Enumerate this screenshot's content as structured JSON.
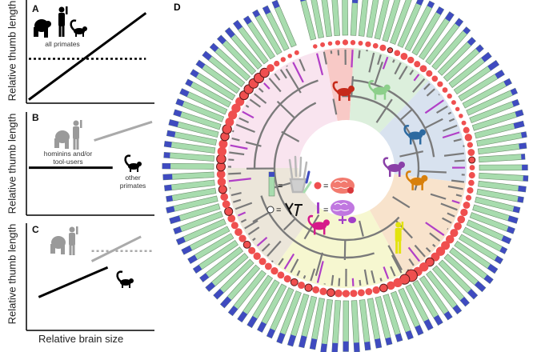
{
  "panels": {
    "A": {
      "label": "A",
      "ylabel": "Relative thumb length",
      "note": "all primates",
      "lines": [
        {
          "name": "solid-trend",
          "style": "solid",
          "color": "#000000",
          "from": [
            0.0,
            0.02
          ],
          "to": [
            0.95,
            0.93
          ]
        },
        {
          "name": "dotted-baseline",
          "style": "dotted",
          "color": "#000000",
          "from": [
            0.0,
            0.45
          ],
          "to": [
            0.95,
            0.45
          ]
        }
      ]
    },
    "B": {
      "label": "B",
      "ylabel": "Relative thumb length",
      "note_group1": "hominins and/or tool-users",
      "note_group2": "other primates",
      "lines": [
        {
          "name": "other-primates-flat",
          "style": "solid",
          "color": "#000000",
          "from": [
            0.0,
            0.47
          ],
          "to": [
            0.68,
            0.47
          ]
        },
        {
          "name": "hominin-trend",
          "style": "solid",
          "color": "#aaaaaa",
          "from": [
            0.53,
            0.75
          ],
          "to": [
            1.0,
            0.94
          ]
        }
      ]
    },
    "C": {
      "label": "C",
      "ylabel": "Relative thumb length",
      "xlabel": "Relative brain size",
      "lines": [
        {
          "name": "other-primates-trend",
          "style": "solid",
          "color": "#000000",
          "from": [
            0.08,
            0.31
          ],
          "to": [
            0.64,
            0.6
          ]
        },
        {
          "name": "hominin-trend",
          "style": "solid",
          "color": "#aaaaaa",
          "from": [
            0.51,
            0.66
          ],
          "to": [
            0.91,
            0.9
          ]
        },
        {
          "name": "hominin-dotted-baseline",
          "style": "dotted",
          "color": "#aaaaaa",
          "from": [
            0.51,
            0.76
          ],
          "to": [
            1.0,
            0.76
          ]
        }
      ]
    }
  },
  "panelD": {
    "label": "D",
    "legend": {
      "bar_eq": "=",
      "dot_eq": "=",
      "outline_eq": "=",
      "purple_eq": "=",
      "bar_meaning": "thumb-length",
      "dot_meaning": "brain-size",
      "outline_meaning": "tool-use",
      "purple_meaning": "brain-size-plus-other"
    },
    "colors": {
      "bar_fill": "#a8dcae",
      "bar_tip": "#3f4bc0",
      "dot": "#ef4f4f",
      "branch": "#7a7a7a",
      "highlight_branch": "#b13fc7"
    },
    "clades": [
      {
        "name": "red-clade",
        "color": "#f8c9c6",
        "silhouette_color": "#c62a1a",
        "from": 0.72,
        "to": 0.76
      },
      {
        "name": "green-clade",
        "color": "#dcefdc",
        "silhouette_color": "#8ccf8a",
        "from": 0.76,
        "to": 0.87
      },
      {
        "name": "blue-clade",
        "color": "#d8e2ef",
        "silhouette_color": "#2d6aa0",
        "from": 0.87,
        "to": 1.02
      },
      {
        "name": "orange-clade",
        "color": "#f8e3cc",
        "silhouette_color": "#d8800c",
        "from": 1.02,
        "to": 1.17
      },
      {
        "name": "yellow-clade",
        "color": "#f6f7d0",
        "silhouette_color": "#e3e30e",
        "from": 1.17,
        "to": 1.35
      },
      {
        "name": "beige-clade",
        "color": "#ece6da",
        "silhouette_color": "#8a7a60",
        "from": 1.35,
        "to": 1.5
      },
      {
        "name": "pink-clade",
        "color": "#f9e4ef",
        "silhouette_color": "#d61a8a",
        "from": 1.5,
        "to": 1.72
      }
    ],
    "bars": [
      0.75,
      0.8,
      0.78,
      0.7,
      0.82,
      0.85,
      0.9,
      0.88,
      0.92,
      0.95,
      1.0,
      0.97,
      0.98,
      0.96,
      1.0,
      1.0,
      0.93,
      0.8,
      0.82,
      0.86,
      0.9,
      0.88,
      0.95,
      0.98,
      0.9,
      0.92,
      0.85,
      0.86,
      0.8,
      0.72,
      0.8,
      0.82,
      0.78,
      0.75,
      0.7,
      0.72,
      0.73,
      0.74,
      0.76,
      0.8,
      0.82,
      0.9,
      0.88,
      0.85,
      0.84,
      0.87,
      0.85,
      0.83,
      0.82,
      0.83,
      0.84,
      0.8,
      0.82,
      0.85,
      0.87,
      0.9,
      0.88,
      0.92,
      0.95,
      0.9,
      0.92,
      0.97,
      1.0,
      0.96,
      0.92,
      0.95,
      0.97,
      0.98,
      0.95,
      0.9,
      0.92,
      0.87,
      0.88,
      0.86,
      0.9,
      0.92,
      0.88,
      0.9,
      0.92,
      0.85,
      0.86,
      0.88,
      0.9,
      0.86,
      0.88,
      0.85,
      0.86,
      0.8,
      0.84,
      0.85,
      0.82,
      0.84,
      0.85,
      0.86,
      0.84,
      0.85,
      0.86,
      0.88,
      0.8,
      0.82,
      0.78,
      0.82
    ],
    "tips": [
      0.15,
      0.12,
      0.1,
      0.14,
      0.12,
      0.35,
      0.1,
      0.14,
      0.12,
      0.1,
      0.12,
      0.14,
      0.1,
      0.12,
      0.15,
      0.12,
      0.1,
      0.14,
      0.12,
      0.18,
      0.2,
      0.16,
      0.12,
      0.1,
      0.12,
      0.14,
      0.2,
      0.1,
      0.15,
      0.08,
      0.12,
      0.1,
      0.16,
      0.12,
      0.14,
      0.2,
      0.15,
      0.18,
      0.12,
      0.14,
      0.18,
      0.15,
      0.2,
      0.18,
      0.16,
      0.15,
      0.14,
      0.18,
      0.2,
      0.18,
      0.16,
      0.15,
      0.14,
      0.18,
      0.16,
      0.18,
      0.2,
      0.18,
      0.16,
      0.2,
      0.22,
      0.2,
      0.18,
      0.16,
      0.18,
      0.2,
      0.18,
      0.16,
      0.2,
      0.18,
      0.16,
      0.15,
      0.14,
      0.16,
      0.18,
      0.15,
      0.14,
      0.2,
      0.15,
      0.12,
      0.14,
      0.18,
      0.16,
      0.12,
      0.14,
      0.16,
      0.18,
      0.15,
      0.14,
      0.16,
      0.12,
      0.14,
      0.15,
      0.16,
      0.14,
      0.15,
      0.18,
      0.16,
      0.14,
      0.12,
      0.15,
      0.14
    ],
    "dots": [
      0.3,
      0.35,
      0.3,
      0.4,
      0.5,
      0.4,
      0.35,
      0.5,
      0.45,
      0.6,
      0.4,
      0.55,
      0.7,
      0.65,
      0.6,
      0.7,
      0.6,
      0.55,
      0.5,
      0.45,
      0.4,
      0.35,
      0.3,
      0.3,
      0.35,
      0.6,
      0.75,
      0.5,
      0.7,
      0.6,
      0.45,
      0.6,
      0.55,
      0.6,
      0.5,
      0.7,
      0.75,
      0.8,
      0.8,
      0.85,
      0.9,
      0.95,
      1.0,
      0.95,
      0.9,
      1.0,
      1.0,
      1.4,
      1.1,
      1.0,
      0.9,
      0.8,
      0.75,
      0.7,
      0.7,
      0.72,
      0.75,
      0.8,
      0.8,
      0.75,
      0.7,
      0.75,
      0.72,
      0.7,
      0.72,
      0.7,
      0.75,
      0.7,
      0.72,
      0.75,
      0.72,
      0.7,
      0.75,
      0.8,
      0.72,
      0.8,
      0.85,
      0.82,
      0.8,
      0.85,
      0.9,
      0.92,
      0.95,
      1.0,
      1.0,
      0.95,
      0.9,
      1.0,
      0.95,
      0.98,
      1.0,
      0.98,
      0.95,
      1.0,
      1.05,
      1.1,
      1.0,
      0.8,
      0.5,
      0.4,
      0.3,
      0.35
    ],
    "tool_users": [
      10,
      29,
      44,
      47,
      48,
      51,
      58,
      61,
      63,
      71,
      76,
      79,
      82,
      83,
      86,
      87,
      92,
      93,
      94,
      95,
      96
    ]
  }
}
